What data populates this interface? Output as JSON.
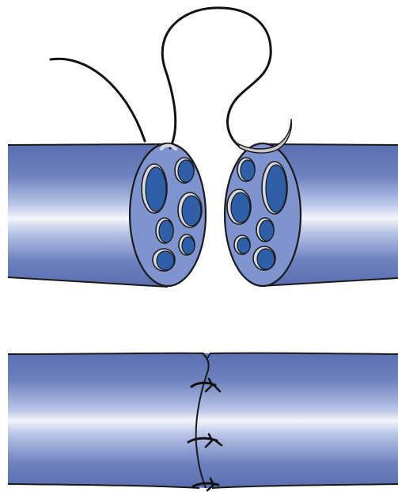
{
  "figure": {
    "colors": {
      "nerve_dark": "#5b6fb0",
      "nerve_light": "#eef2fa",
      "stump_face": "#7f93cf",
      "fascicle": "#2f5fa8",
      "fascicle_rim": "#d6d9df",
      "outline": "#1a1a1a",
      "suture": "#111111",
      "needle": "#c9c9c9"
    },
    "panels": [
      {
        "name": "separated-stumps",
        "contains": [
          "proximal-stump",
          "distal-stump",
          "suture-with-needle"
        ]
      },
      {
        "name": "repaired-nerve",
        "contains": [
          "coapted-nerve",
          "epineurial-stitches"
        ]
      }
    ]
  }
}
